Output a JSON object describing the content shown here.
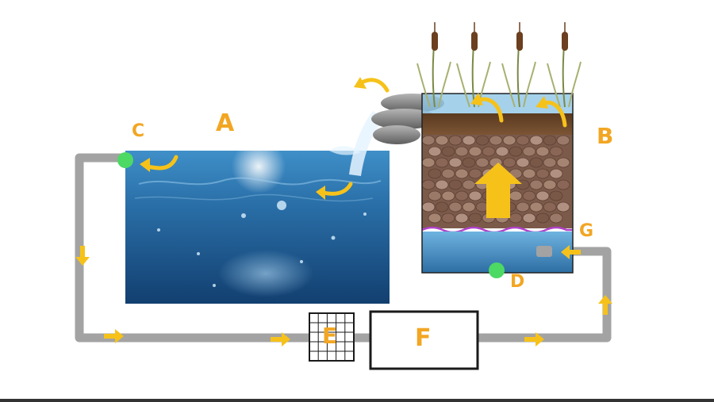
{
  "diagram": {
    "labels": {
      "A": "A",
      "B": "B",
      "C": "C",
      "D": "D",
      "E": "E",
      "F": "F",
      "G": "G"
    },
    "colors": {
      "arrow": "#f6c21a",
      "pipe": "#a3a3a3",
      "label": "#f2a623",
      "marker": "#4cd964",
      "membrane": "#b041c9",
      "water_dark": "#0f3f6e",
      "water_light": "#4d9fd1",
      "soil": "#6e4a2c",
      "gravel": "#8c6a5a",
      "box_border": "#1a1a1a"
    },
    "icons": [
      "flow-arrow-icon",
      "waterfall-icon",
      "rock-icon",
      "cattail-icon",
      "bubble-icon"
    ]
  }
}
